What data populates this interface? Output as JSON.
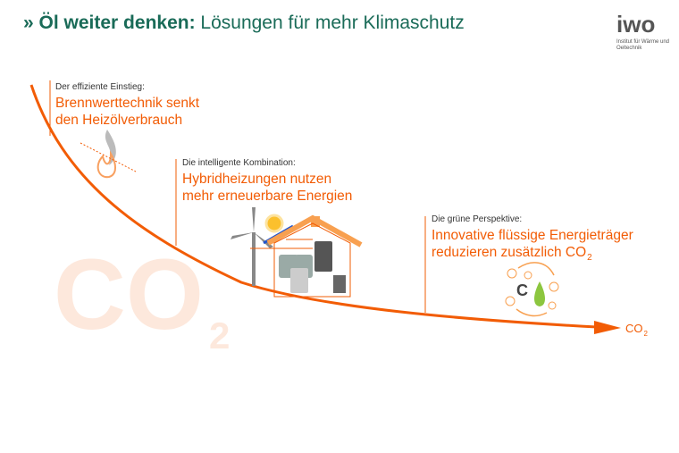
{
  "header": {
    "chevron": "»",
    "title_bold": "Öl weiter denken:",
    "title_rest": " Lösungen für mehr Klimaschutz"
  },
  "logo": {
    "text": "iwo",
    "subtitle": "Institut für Wärme und Oeltechnik"
  },
  "steps": [
    {
      "kicker": "Der effiziente Einstieg:",
      "line1": "Brennwerttechnik senkt",
      "line2": "den Heizölverbrauch"
    },
    {
      "kicker": "Die intelligente Kombination:",
      "line1": "Hybridheizungen nutzen",
      "line2": "mehr erneuerbare Energien"
    },
    {
      "kicker": "Die grüne Perspektive:",
      "line1": "Innovative flüssige Energieträger",
      "line2": "reduzieren zusätzlich CO",
      "line2_sub": "2"
    }
  ],
  "watermark": {
    "text": "CO",
    "sub": "2"
  },
  "curve_end": {
    "text": "CO",
    "sub": "2"
  },
  "colors": {
    "accent": "#f25c05",
    "title": "#1a6b58",
    "watermark": "#fde8dc",
    "green": "#8cc63f"
  }
}
